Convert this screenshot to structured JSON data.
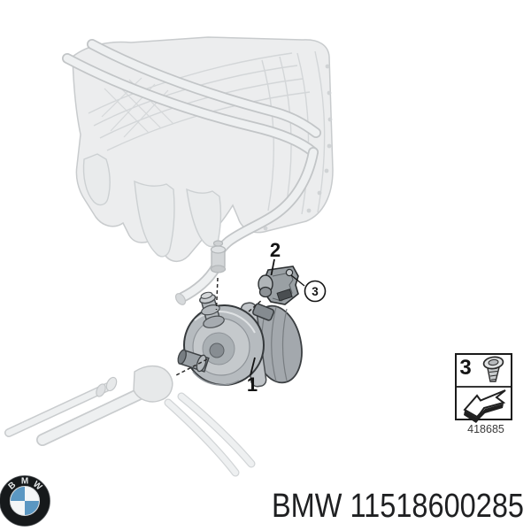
{
  "diagram": {
    "title_hint": "auxiliary-water-pump-parts-diagram",
    "callouts": {
      "pump": {
        "label": "1"
      },
      "bracket": {
        "label": "2"
      },
      "screw": {
        "label": "3"
      }
    },
    "parts_box": {
      "item_label": "3",
      "ref_number": "418685"
    },
    "icons": {
      "engine": "engine-illustration",
      "pump": "water-pump-illustration",
      "bracket": "mounting-bracket-illustration",
      "screw": "screw-icon",
      "arrow": "direction-arrow-icon",
      "logo": "bmw-roundel-icon"
    }
  },
  "footer": {
    "caption": "BMW 11518600285",
    "logo_letters": [
      "B",
      "M",
      "W"
    ]
  },
  "colors": {
    "background": "#ffffff",
    "line_black": "#1a1a1a",
    "engine_gray": "#ecedee",
    "engine_stroke": "#c8cbcd",
    "hose_gray": "#c2c5c7",
    "pump_gray": "#b6bbbf",
    "pump_stroke": "#35393c",
    "logo_blue": "#5b97c2",
    "logo_ring": "#16191b"
  }
}
